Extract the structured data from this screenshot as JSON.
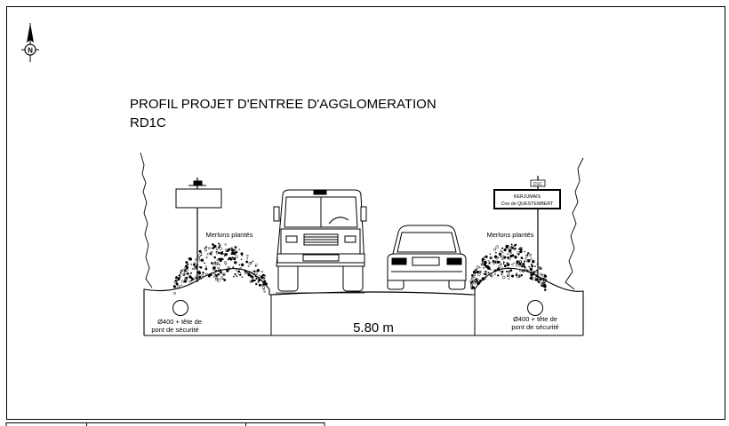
{
  "title": {
    "line1": "PROFIL PROJET D'ENTREE D'AGGLOMERATION",
    "line2": "RD1C"
  },
  "compass": {
    "letter": "N"
  },
  "labels": {
    "merlons_left": "Merlons plantés",
    "merlons_right": "Merlons plantés",
    "pipe_left_line1": "Ø400 + tête de",
    "pipe_left_line2": "pont de sécurité",
    "pipe_right_line1": "Ø400 + tête de",
    "pipe_right_line2": "pont de sécurité",
    "road_width": "5.80 m"
  },
  "signs": {
    "right_panel_line1": "KERJUMAIS",
    "right_panel_line2": "Cne de QUESTEMBERT",
    "right_cartouche": "D1C"
  },
  "colors": {
    "ink": "#000000",
    "paper": "#ffffff"
  }
}
